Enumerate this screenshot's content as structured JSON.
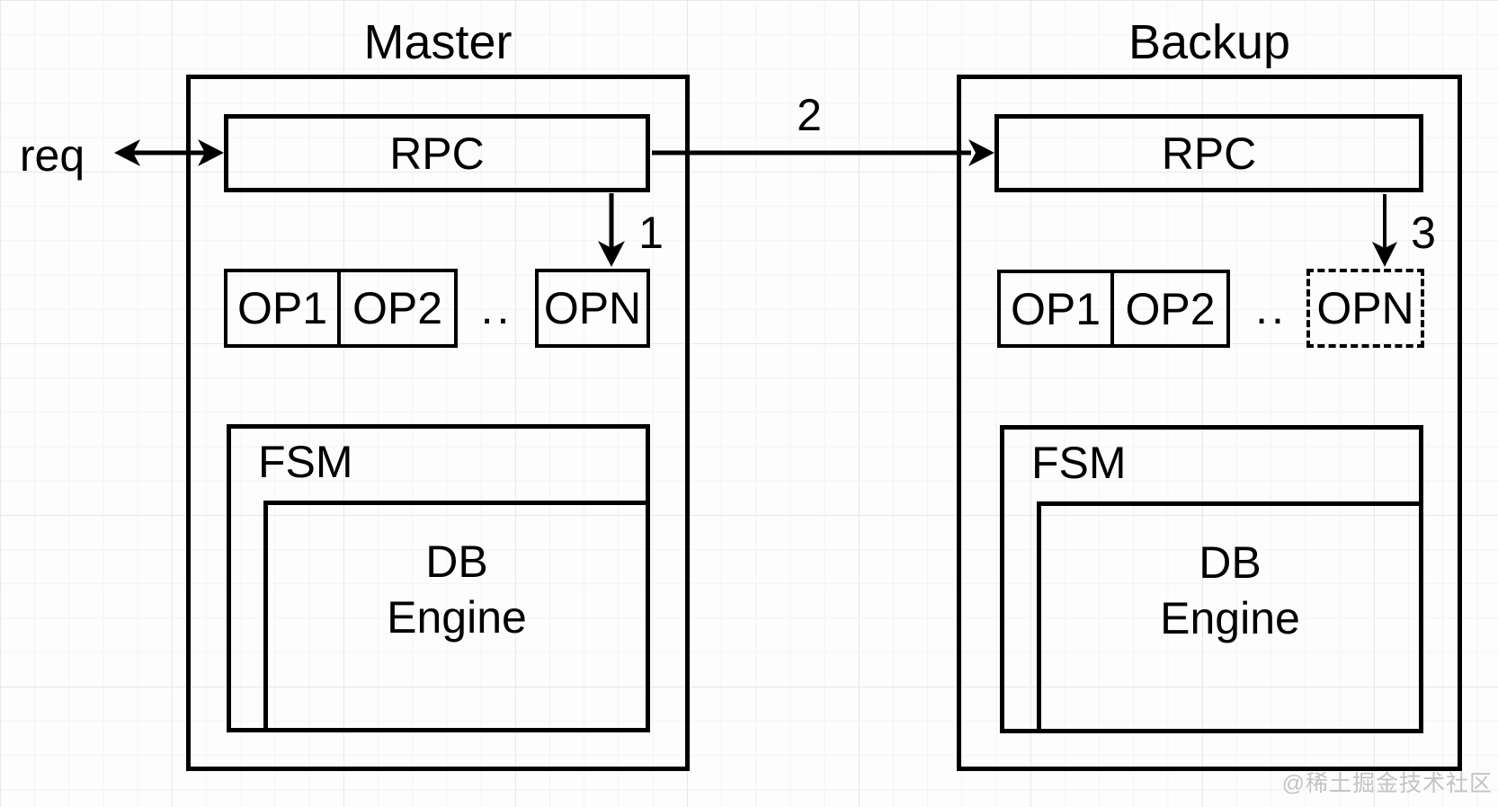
{
  "external": {
    "request_label": "req"
  },
  "steps": {
    "step1": "1",
    "step2": "2",
    "step3": "3"
  },
  "master": {
    "title": "Master",
    "rpc_label": "RPC",
    "op1": "OP1",
    "op2": "OP2",
    "ellipsis": "..",
    "opn": "OPN",
    "fsm_label": "FSM",
    "db_line1": "DB",
    "db_line2": "Engine"
  },
  "backup": {
    "title": "Backup",
    "rpc_label": "RPC",
    "op1": "OP1",
    "op2": "OP2",
    "ellipsis": "..",
    "opn": "OPN",
    "fsm_label": "FSM",
    "db_line1": "DB",
    "db_line2": "Engine"
  },
  "watermark": "@稀土掘金技术社区"
}
